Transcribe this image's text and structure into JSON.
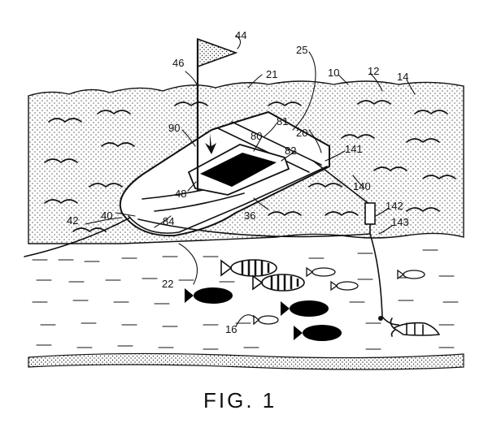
{
  "caption": "FIG. 1",
  "reference_numerals": [
    {
      "id": "44",
      "text": "44"
    },
    {
      "id": "46",
      "text": "46"
    },
    {
      "id": "25",
      "text": "25"
    },
    {
      "id": "10",
      "text": "10"
    },
    {
      "id": "12",
      "text": "12"
    },
    {
      "id": "14",
      "text": "14"
    },
    {
      "id": "21",
      "text": "21"
    },
    {
      "id": "81",
      "text": "81"
    },
    {
      "id": "90",
      "text": "90"
    },
    {
      "id": "80",
      "text": "80"
    },
    {
      "id": "20",
      "text": "20"
    },
    {
      "id": "82",
      "text": "82"
    },
    {
      "id": "141",
      "text": "141"
    },
    {
      "id": "140",
      "text": "140"
    },
    {
      "id": "48",
      "text": "48"
    },
    {
      "id": "42",
      "text": "42"
    },
    {
      "id": "40",
      "text": "40"
    },
    {
      "id": "84",
      "text": "84"
    },
    {
      "id": "36",
      "text": "36"
    },
    {
      "id": "142",
      "text": "142"
    },
    {
      "id": "143",
      "text": "143"
    },
    {
      "id": "22",
      "text": "22"
    },
    {
      "id": "16",
      "text": "16"
    }
  ],
  "colors": {
    "ink": "#111111",
    "paper": "#ffffff"
  }
}
